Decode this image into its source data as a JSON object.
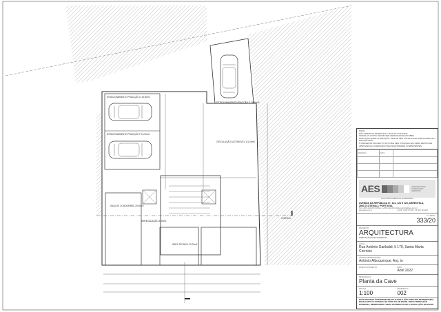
{
  "drawing": {
    "room_labels": {
      "parking_a": "ESTACIONAMENTO FRACÇÃO G 16,00m2",
      "parking_b": "ESTACIONAMENTO FRACÇÃO F 16,00m2",
      "parking_c": "ESTACIONAMENTO FRACÇÃO E 16,00m2",
      "circulation": "CIRCULAÇÃO AUTOMÓVEL 111,00m2",
      "condo_room": "SALA DE CONDOMÍNIO 20,00m2",
      "technical_area": "ÁREA TÉCNICA 12,00m2",
      "storage": "ARRECADAÇÃO 3,00m2"
    },
    "section_marker": "CORTE A"
  },
  "title_block": {
    "note_heading": "NOTA:",
    "note_lines": [
      "NÃO MEDIR OS DESENHOS, USAR AS COTAGEM.",
      "TODAS AS COTAS DEVEM SER VERIFICADAS EM OBRA.",
      "PARA QUALQUER ALTERAÇÃO, TEM DE SER CONSULTADO PREVIAMENTE O PROJECTISTA.",
      "O PRESENTE PROJECTO SÓ PODE SER UTILIZADO EM OBRA DEPOIS DE APROVADO E LICENCIADO PELAS ENTIDADES COMPETENTES."
    ],
    "revision_headers": [
      "REVISÃO",
      "DATA",
      ""
    ],
    "company": {
      "logo": "AES",
      "services": [
        "ARQUITECTURA",
        "ENGENHARIA",
        "SERVIÇOS"
      ],
      "tagline": "SOLUÇÕES ENERGIA E ENGENHARIA",
      "address_line1": "AVENIDA DA REPÚBLICA N.º 121, 123 E 125, ARRENTELA,",
      "address_line2": "2840-741  SEIXAL  /  PORTUGAL",
      "contacts": "Tel. (+351) 212 220 118  Fax. (+351) 212 220 119  E-mail:info@aes.com.pt",
      "website": "www.aes.com.pt",
      "coords": "(LAT4: N 38º 37.509' - W 009º 06.229')"
    },
    "number_label": "N.º PROC.",
    "number": "333/20",
    "project_label": "PROJECTO",
    "project": "ARQUITECTURA",
    "project_sub": "HABITAÇÃO MULTIFAMILIAR",
    "location_label": "LOCAL",
    "location": "Rua António Garibaldi, lt 170, Santa Marta Corroios",
    "tech_label": "TÉCNICO RESPONSÁVEL",
    "tech": "António Albuquerque, Arq. to",
    "phase_label": "FASE DO PROJECTO",
    "date_label": "DATA",
    "date": "Abril 2022",
    "designation_label": "DESIGNAÇÃO",
    "designation": "Planta da Cave",
    "scale_label": "ESCALA",
    "scale": "1:100",
    "drawing_no_label": "DESENHO Nº",
    "drawing_no": "002",
    "disclaimer": "ESTE DESENHO É PROPRIEDADE DO AUTOR E NÃO PODE SER REPRODUZIDO, DIVULGADO OU COPIADO, NO TODO OU EM PARTE, SEM AUTORIZAÇÃO EXPRESSA, RESERVANDO TODOS OS DIREITOS PELA LEGISLAÇÃO EM VIGOR."
  },
  "colors": {
    "line": "#333333",
    "hatch": "#9a9a9a",
    "logo_bg": "#e6e6e6"
  }
}
